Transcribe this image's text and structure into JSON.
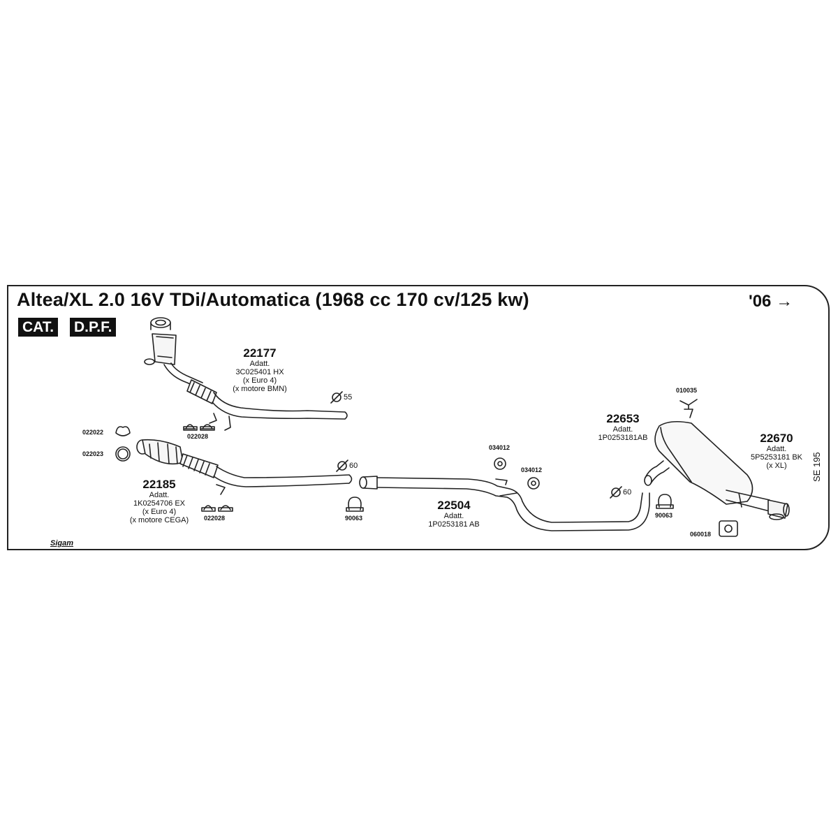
{
  "header": {
    "title": "Altea/XL 2.0 16V TDi/Automatica (1968 cc 170 cv/125 kw)",
    "year": "'06 →",
    "badges": [
      "CAT.",
      "D.P.F."
    ]
  },
  "parts": {
    "p22177": {
      "number": "22177",
      "lines": [
        "Adatt.",
        "3C025401 HX",
        "(x Euro 4)",
        "(x motore BMN)"
      ]
    },
    "p22185": {
      "number": "22185",
      "lines": [
        "Adatt.",
        "1K0254706 EX",
        "(x Euro 4)",
        "(x motore CEGA)"
      ]
    },
    "p22504": {
      "number": "22504",
      "lines": [
        "Adatt.",
        "1P0253181 AB"
      ]
    },
    "p22653": {
      "number": "22653",
      "lines": [
        "Adatt.",
        "1P0253181AB"
      ]
    },
    "p22670": {
      "number": "22670",
      "lines": [
        "Adatt.",
        "5P5253181 BK",
        "(x XL)"
      ]
    }
  },
  "small_parts": {
    "a022028": "022028",
    "b022028": "022028",
    "c022022": "022022",
    "c022023": "022023",
    "d034012": "034012",
    "e034012": "034012",
    "f90063": "90063",
    "g90063": "90063",
    "h010035": "010035",
    "i060018": "060018"
  },
  "diameters": {
    "d55": "55",
    "d60a": "60",
    "d60b": "60"
  },
  "code": "SE 195",
  "brand": "Sigam"
}
